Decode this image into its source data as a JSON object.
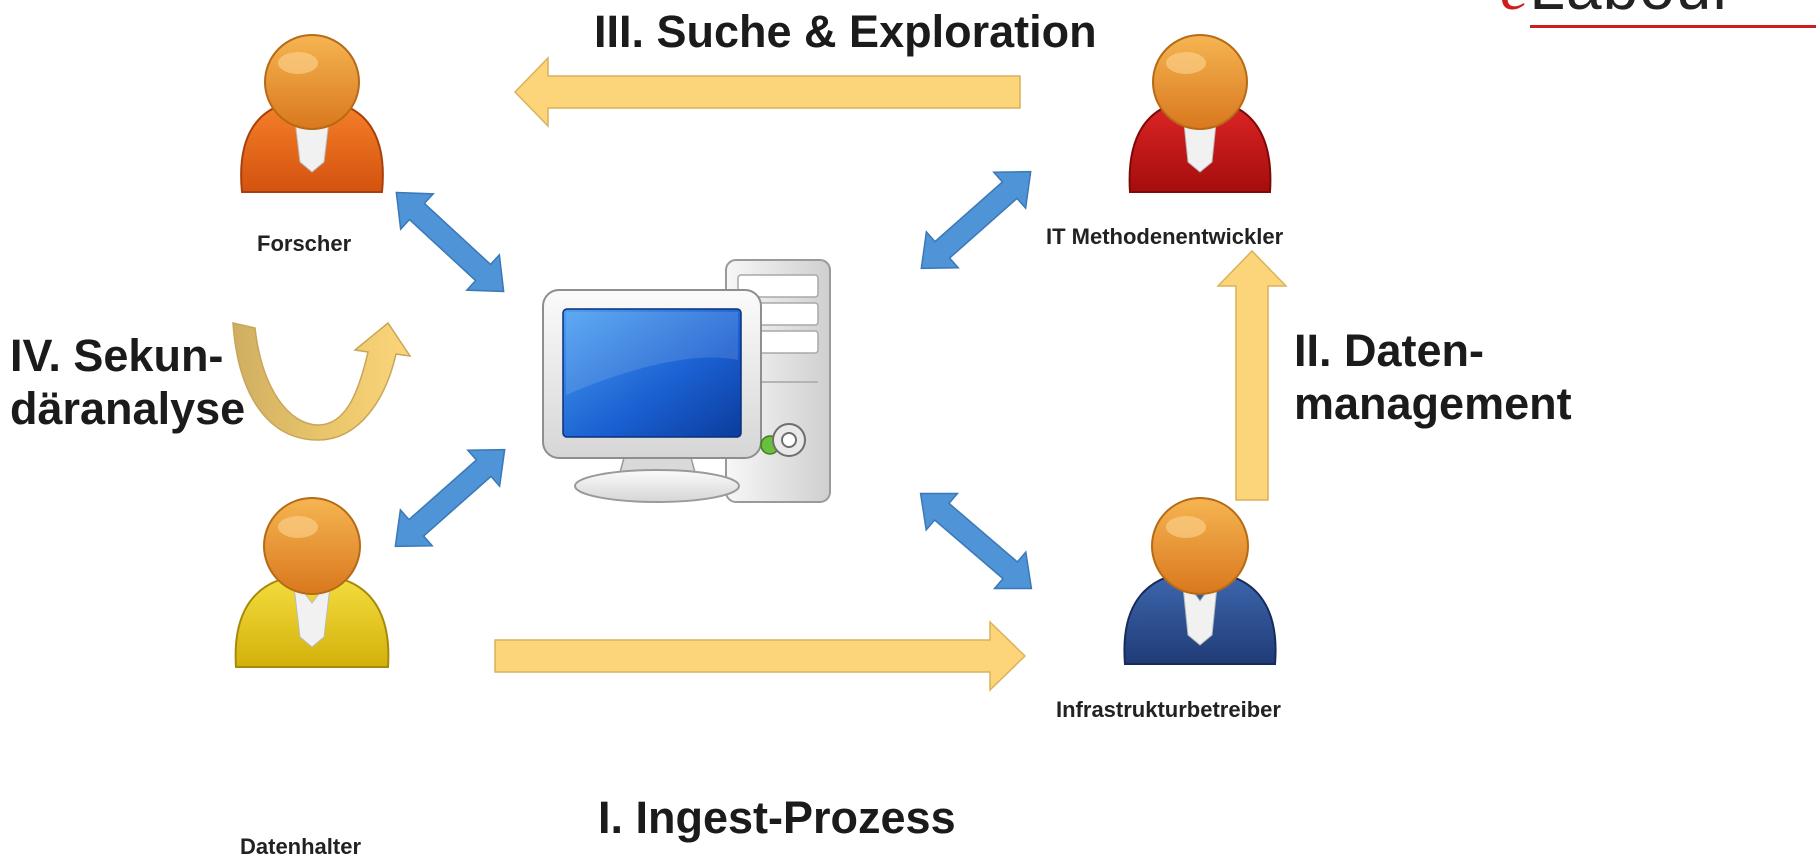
{
  "logo": {
    "prefix": "e",
    "text": "Labour"
  },
  "phases": {
    "ingest": "I. Ingest-Prozess",
    "management_1": "II. Daten-",
    "management_2": "management",
    "search": "III. Suche & Exploration",
    "secondary_1": "IV. Sekun-",
    "secondary_2": "däranalyse"
  },
  "roles": {
    "researcher": "Forscher",
    "data_holder": "Datenhalter",
    "it_developer": "IT Methodenentwickler",
    "infrastructure_operator": "Infrastrukturbetreiber"
  },
  "colors": {
    "researcher": "#e8641a",
    "data_holder": "#e6c619",
    "it_developer": "#c51616",
    "infrastructure_operator": "#2c4f92",
    "head": "#e8932b",
    "process_arrow": "#fcd57a",
    "link_arrow": "#4f94d6",
    "brand": "#cc1e1e"
  }
}
